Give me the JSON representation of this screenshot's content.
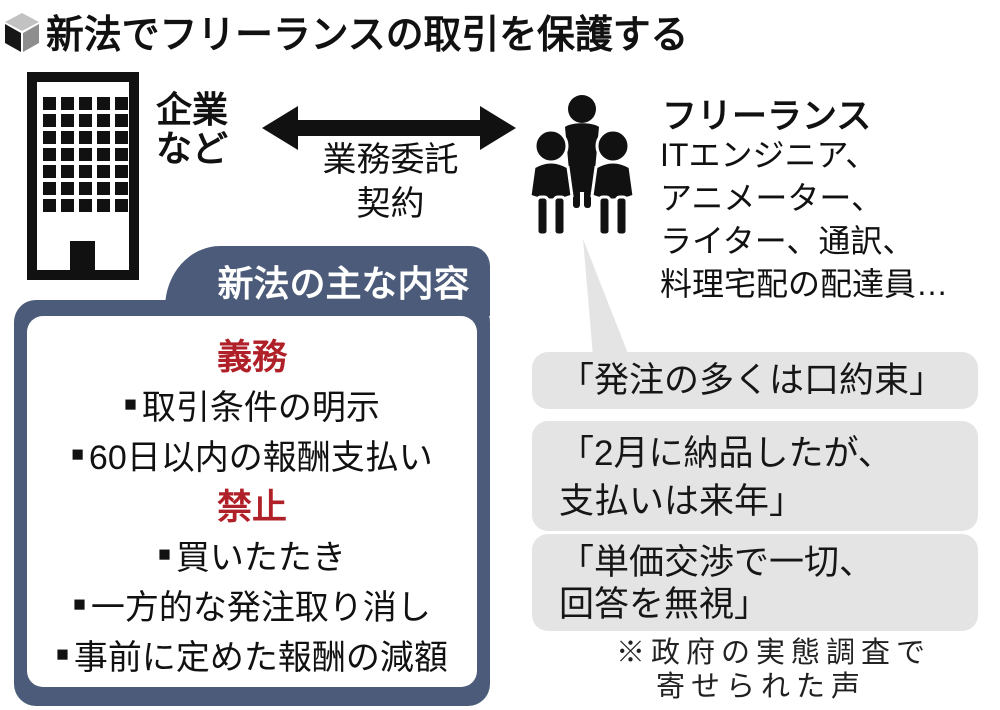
{
  "title": {
    "text": "新法でフリーランスの取引を保護する"
  },
  "company": {
    "line1": "企業",
    "line2": "など"
  },
  "contract": {
    "line1": "業務委託",
    "line2": "契約"
  },
  "freelance": {
    "label": "フリーランス",
    "examples": [
      "ITエンジニア、",
      "アニメーター、",
      "ライター、通訳、",
      "料理宅配の配達員…"
    ]
  },
  "law_box": {
    "header": "新法の主な内容",
    "bullet": "■",
    "obligation": {
      "heading": "義務",
      "items": [
        "取引条件の明示",
        "60日以内の報酬支払い"
      ]
    },
    "prohibition": {
      "heading": "禁止",
      "items": [
        "買いたたき",
        "一方的な発注取り消し",
        "事前に定めた報酬の減額"
      ]
    }
  },
  "quotes": [
    {
      "lines": [
        "「発注の多くは口約束」"
      ]
    },
    {
      "lines": [
        "「2月に納品したが、",
        "支払いは来年」"
      ]
    },
    {
      "lines": [
        "「単価交渉で一切、",
        "回答を無視」"
      ]
    }
  ],
  "footnote": {
    "line1": "※政府の実態調査で",
    "line2": "寄せられた声"
  },
  "icons": {
    "cube": "cube-icon",
    "building": "building-icon",
    "double_arrow": "double-arrow-icon",
    "people": "people-icon",
    "speech_tail": "speech-tail"
  },
  "colors": {
    "frame_blue": "#4b5b79",
    "accent_red": "#b02028",
    "quote_gray": "#e4e4e4",
    "ink": "#111111"
  }
}
